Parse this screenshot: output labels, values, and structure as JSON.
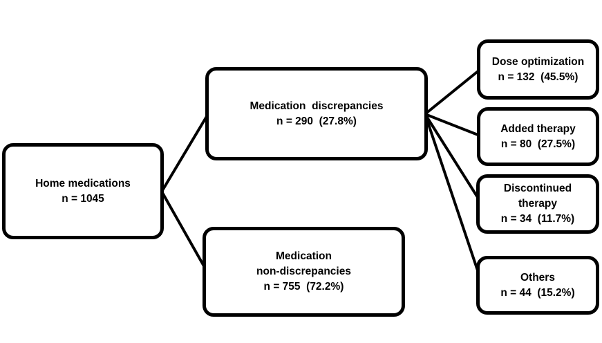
{
  "diagram": {
    "type": "flowchart",
    "background_color": "#ffffff",
    "node_border_color": "#000000",
    "node_fill_color": "#ffffff",
    "text_color": "#000000",
    "nodes": {
      "home": {
        "lines": [
          "Home medications",
          "n = 1045"
        ]
      },
      "discrepancies": {
        "lines": [
          "Medication  discrepancies",
          "n = 290  (27.8%)"
        ]
      },
      "non_discrepancies": {
        "lines": [
          "Medication",
          "non-discrepancies",
          "n = 755  (72.2%)"
        ]
      },
      "dose_optimization": {
        "lines": [
          "Dose optimization",
          "n = 132  (45.5%)"
        ]
      },
      "added_therapy": {
        "lines": [
          "Added therapy",
          "n = 80  (27.5%)"
        ]
      },
      "discontinued_therapy": {
        "lines": [
          "Discontinued",
          "therapy",
          "n = 34  (11.7%)"
        ]
      },
      "others": {
        "lines": [
          "Others",
          "n = 44  (15.2%)"
        ]
      }
    },
    "edges": [
      {
        "from": "home",
        "to": "discrepancies"
      },
      {
        "from": "home",
        "to": "non_discrepancies"
      },
      {
        "from": "discrepancies",
        "to": "dose_optimization"
      },
      {
        "from": "discrepancies",
        "to": "added_therapy"
      },
      {
        "from": "discrepancies",
        "to": "discontinued_therapy"
      },
      {
        "from": "discrepancies",
        "to": "others"
      }
    ]
  }
}
